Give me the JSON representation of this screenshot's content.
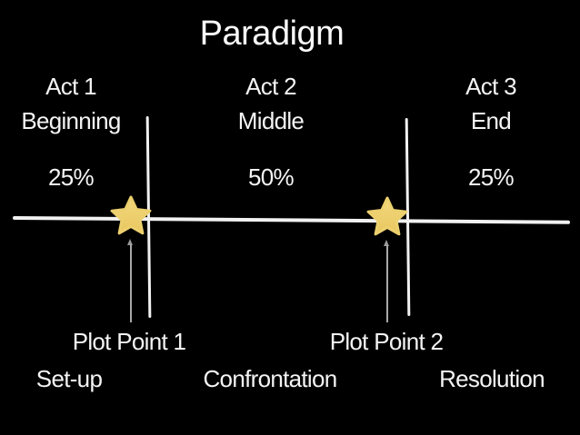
{
  "slide": {
    "title": "Paradigm",
    "background_color": "#000000",
    "text_color": "#f4f4f4",
    "line_color": "#f1f1f1"
  },
  "acts": [
    {
      "name": "Act 1",
      "phase": "Beginning",
      "share": "25%",
      "stage": "Set-up"
    },
    {
      "name": "Act 2",
      "phase": "Middle",
      "share": "50%",
      "stage": "Confrontation"
    },
    {
      "name": "Act 3",
      "phase": "End",
      "share": "25%",
      "stage": "Resolution"
    }
  ],
  "plot_points": [
    {
      "label": "Plot Point 1"
    },
    {
      "label": "Plot Point 2"
    }
  ],
  "markers": {
    "star_color_top": "#f2d87e",
    "star_color_bottom": "#e9c75f",
    "arrow_color": "#a8a8a8"
  }
}
